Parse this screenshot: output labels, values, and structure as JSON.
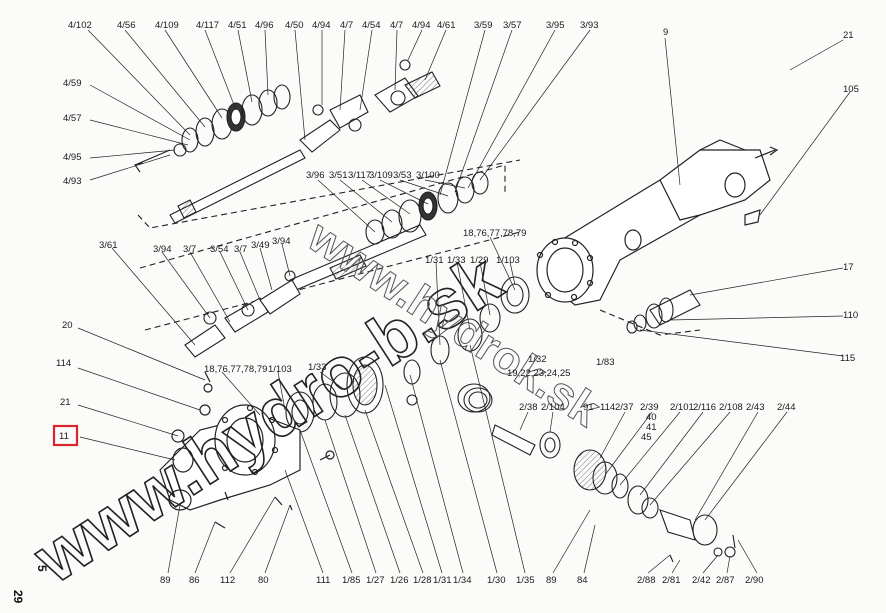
{
  "page_number": "29",
  "section_number": "5",
  "highlighted_callout": "11",
  "watermarks": {
    "main": "www.hydro-b.sk",
    "secondary": "www.hydrok.sk"
  },
  "callouts": [
    "4/102",
    "4/56",
    "4/109",
    "4/117",
    "4/51",
    "4/96",
    "4/50",
    "4/94",
    "4/7",
    "4/54",
    "4/7",
    "4/94",
    "4/61",
    "3/59",
    "3/57",
    "3/95",
    "3/93",
    "9",
    "21",
    "105",
    "4/59",
    "4/57",
    "4/95",
    "4/93",
    "3/96",
    "3/51",
    "3/117",
    "3/109",
    "3/53",
    "3/100",
    "3/61",
    "3/94",
    "3/7",
    "3/54",
    "3/7",
    "3/49",
    "3/94",
    "18,76,77,78,79",
    "17",
    "110",
    "115",
    "1/31",
    "1/33",
    "1/29",
    "1/103",
    "20",
    "114",
    "21",
    "11",
    "18,76,77,78,79",
    "1/103",
    "1/33",
    "1/32",
    "19,22,23,24,25",
    "91",
    "114",
    "1/83",
    "2/38",
    "2/104",
    "2/37",
    "2/39",
    "40",
    "41",
    "45",
    "2/101",
    "2/116",
    "2/108",
    "2/43",
    "2/44",
    "89",
    "86",
    "112",
    "80",
    "111",
    "1/85",
    "1/27",
    "1/26",
    "1/28",
    "1/31",
    "1/34",
    "1/30",
    "1/35",
    "89",
    "84",
    "2/88",
    "2/81",
    "2/42",
    "2/87",
    "2/90"
  ],
  "colors": {
    "highlight": "#d9262b",
    "ink": "#1a1a1a",
    "paper": "#fbfbfa"
  }
}
